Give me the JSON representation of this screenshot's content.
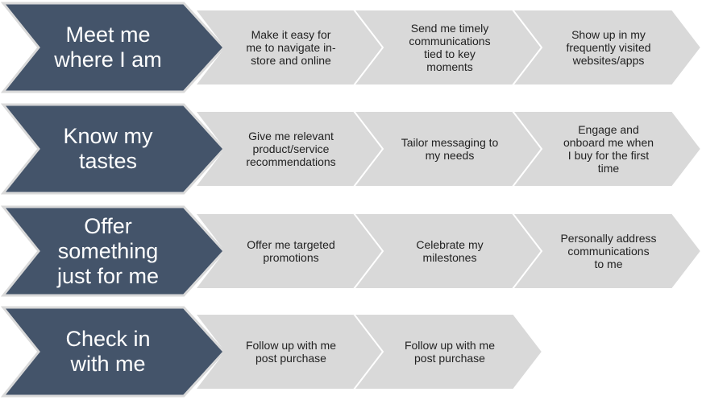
{
  "colors": {
    "head_fill": "#44546a",
    "head_border": "#d9d9d9",
    "step_fill": "#d9d9d9",
    "step_border": "#ffffff",
    "head_text": "#ffffff",
    "step_text": "#222222"
  },
  "rows": [
    {
      "title": "Meet me\nwhere I am",
      "steps": [
        "Make it easy for\nme to navigate in-\nstore and online",
        "Send me timely\ncommunications\ntied to key\nmoments",
        "Show up in my\nfrequently visited\nwebsites/apps"
      ]
    },
    {
      "title": "Know my\ntastes",
      "steps": [
        "Give me relevant\nproduct/service\nrecommendations",
        "Tailor messaging to\nmy needs",
        "Engage and\nonboard me when\nI buy for the first\ntime"
      ]
    },
    {
      "title": "Offer\nsomething\njust for me",
      "steps": [
        "Offer me targeted\npromotions",
        "Celebrate my\nmilestones",
        "Personally address\ncommunications\nto me"
      ]
    },
    {
      "title": "Check in\nwith me",
      "steps": [
        "Follow up with me\npost purchase",
        "Follow up with me\npost purchase"
      ]
    }
  ]
}
